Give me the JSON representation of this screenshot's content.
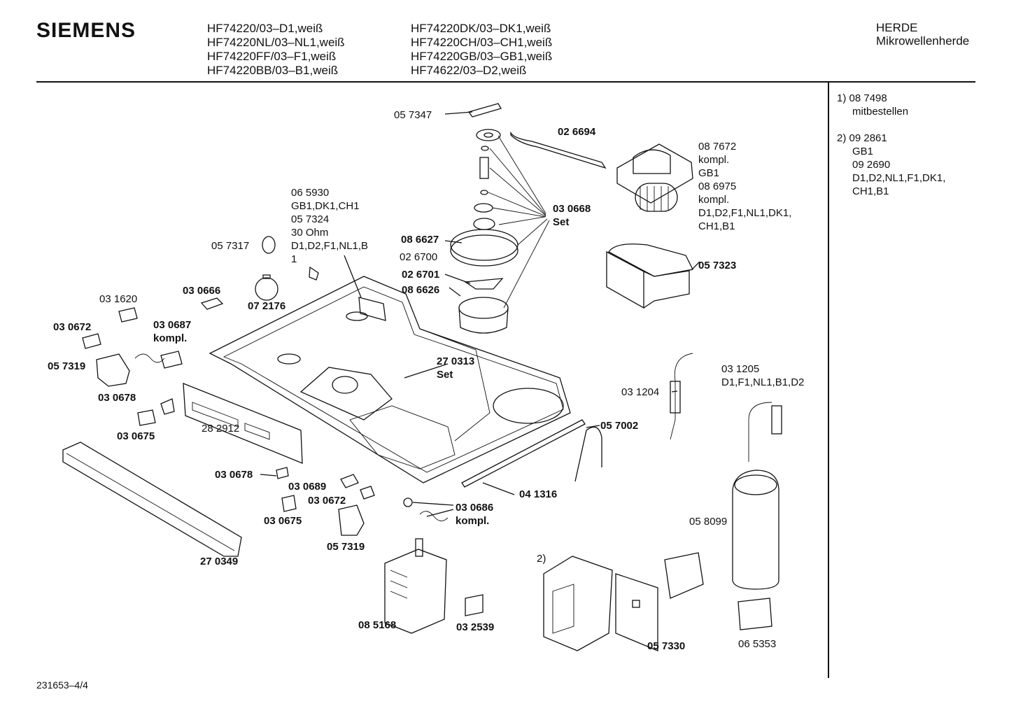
{
  "header": {
    "brand": "SIEMENS",
    "models_col1": [
      "HF74220/03–D1,weiß",
      "HF74220NL/03–NL1,weiß",
      "HF74220FF/03–F1,weiß",
      "HF74220BB/03–B1,weiß"
    ],
    "models_col2": [
      "HF74220DK/03–DK1,weiß",
      "HF74220CH/03–CH1,weiß",
      "HF74220GB/03–GB1,weiß",
      "HF74622/03–D2,weiß"
    ],
    "category": "HERDE",
    "subcategory": "Mikrowellenherde"
  },
  "notes": {
    "n1": [
      "1)  08 7498",
      "mitbestellen"
    ],
    "n2": [
      "2)  09 2861",
      "GB1",
      "09 2690",
      "D1,D2,NL1,F1,DK1,",
      "CH1,B1"
    ]
  },
  "labels": {
    "l057347": "05 7347",
    "l026694": "02 6694",
    "l087672": [
      "08 7672",
      "kompl.",
      "GB1",
      "08 6975",
      "kompl.",
      "D1,D2,F1,NL1,DK1,",
      "CH1,B1"
    ],
    "l030668": [
      "03 0668",
      "Set"
    ],
    "l065930": [
      "06 5930",
      "GB1,DK1,CH1",
      "05 7324",
      "30 Ohm",
      "D1,D2,F1,NL1,B",
      "1"
    ],
    "l057317": "05 7317",
    "l086627": "08 6627",
    "l026700": "02 6700",
    "l026701": "02 6701",
    "l086626": "08 6626",
    "l057323": "05 7323",
    "l030666": "03 0666",
    "l072176": "07 2176",
    "l031620": "03 1620",
    "l030672a": "03 0672",
    "l030687": [
      "03 0687",
      "kompl."
    ],
    "l057319a": "05 7319",
    "l270313": [
      "27 0313",
      "Set"
    ],
    "l031205": [
      "03 1205",
      "D1,F1,NL1,B1,D2"
    ],
    "l031204": "03 1204",
    "l030678a": "03 0678",
    "l030675a": "03 0675",
    "l282912": "28 2912",
    "l057002": "05 7002",
    "l030678b": "03 0678",
    "l030689": "03 0689",
    "l030672b": "03 0672",
    "l041316": "04 1316",
    "l030686": [
      "03 0686",
      "kompl."
    ],
    "l030675b": "03 0675",
    "l057319b": "05 7319",
    "l058099": "05 8099",
    "l270349": "27 0349",
    "l2": "2)",
    "l085168": "08 5168",
    "l032539": "03 2539",
    "l057330": "05 7330",
    "l065353": "06 5353"
  },
  "footer": {
    "code": "231653–4/4"
  }
}
